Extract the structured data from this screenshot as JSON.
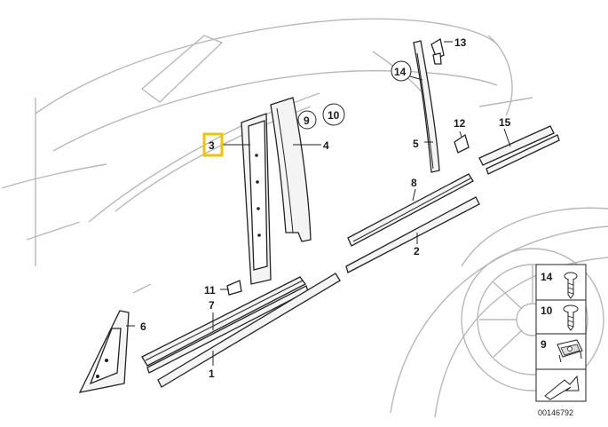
{
  "diagram": {
    "callouts": [
      {
        "id": "c1",
        "label": "1"
      },
      {
        "id": "c2",
        "label": "2"
      },
      {
        "id": "c3",
        "label": "3"
      },
      {
        "id": "c4",
        "label": "4"
      },
      {
        "id": "c5",
        "label": "5"
      },
      {
        "id": "c6",
        "label": "6"
      },
      {
        "id": "c7",
        "label": "7"
      },
      {
        "id": "c8",
        "label": "8"
      },
      {
        "id": "c9",
        "label": "9"
      },
      {
        "id": "c10",
        "label": "10"
      },
      {
        "id": "c11",
        "label": "11"
      },
      {
        "id": "c12",
        "label": "12"
      },
      {
        "id": "c13",
        "label": "13"
      },
      {
        "id": "c14",
        "label": "14"
      },
      {
        "id": "c15",
        "label": "15"
      }
    ],
    "highlight_color": "#f2c400",
    "legend": [
      {
        "label": "14",
        "icon": "torx-screw-icon"
      },
      {
        "label": "10",
        "icon": "expanding-rivet-icon"
      },
      {
        "label": "9",
        "icon": "clip-nut-icon"
      }
    ],
    "diagram_id": "00146792"
  }
}
